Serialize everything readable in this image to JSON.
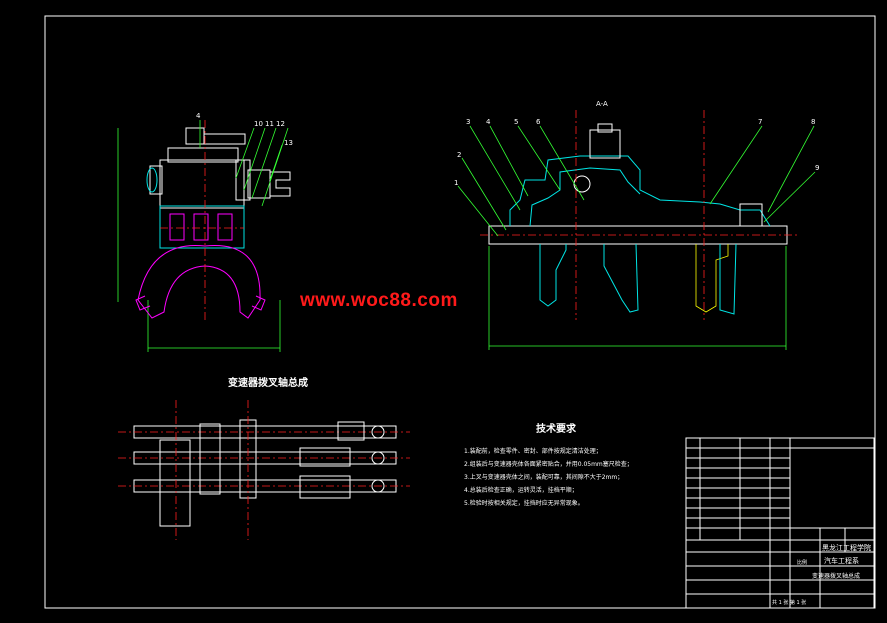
{
  "drawing": {
    "watermark": "www.woc88.com",
    "section_label": "A-A",
    "assembly_title": "变速器拨叉轴总成",
    "tech_req_title": "技术要求",
    "tech_requirements": [
      "1.装配前，检查零件、密封、部件按规定清洁处理；",
      "2.组装后与变速器壳体各面紧密贴合，并用0.05mm塞尺检查；",
      "3.上叉与变速器壳体之间，装配可靠，其间隙不大于2mm；",
      "4.总装后检查正确，运转灵活，挂档平顺；",
      "5.检验时按相关规定，挂挡时应无异常现象。"
    ],
    "left_callouts": [
      "4",
      "10",
      "11",
      "12",
      "13"
    ],
    "right_callouts": [
      "3",
      "4",
      "5",
      "6",
      "7",
      "8",
      "2",
      "1",
      "9"
    ],
    "colors": {
      "background": "#000000",
      "frame": "#ffffff",
      "outline": "#00e5e5",
      "fork": "#ff00ff",
      "leader": "#33ff33",
      "centerline": "#ff2020",
      "watermark": "#ff1a1a"
    }
  },
  "title_block": {
    "company": "黑龙江工程学院",
    "department": "汽车工程系",
    "drawing_name": "变速器拨叉轴总成",
    "scale_label": "比例",
    "sheet_label": "共 1 张 第 1 张"
  }
}
